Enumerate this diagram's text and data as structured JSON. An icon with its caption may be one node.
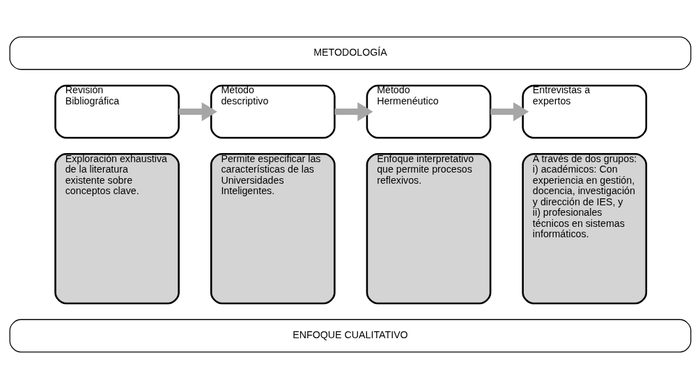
{
  "diagram": {
    "nodes": [
      {
        "text": [
          "METODOLOGÍA"
        ]
      },
      {
        "text": [
          "Revisión Bibliográfica"
        ]
      },
      {
        "text": [
          "Exploración exhaustiva de la literatura existente sobre conceptos clave."
        ]
      },
      {
        "text": [
          "Método descriptivo"
        ]
      },
      {
        "text": [
          "Permite especificar las características de las Universidades Inteligentes."
        ]
      },
      {
        "text": [
          "Método Hermenéutico"
        ]
      },
      {
        "text": [
          "Enfoque interpretativo que permite procesos reflexivos."
        ]
      },
      {
        "text": [
          "Entrevistas a expertos"
        ]
      },
      {
        "text": [
          "A través de dos grupos: i) académicos: Con experiencia en gestión, docencia, investigación y dirección de IES, y ii) profesionales técnicos en sistemas informáticos."
        ]
      },
      {
        "text": [
          "ENFOQUE CUALITATIVO"
        ]
      }
    ],
    "edges": [
      {
        "from": 1,
        "to": 3,
        "arrow": "to"
      },
      {
        "from": 3,
        "to": 5,
        "arrow": "to"
      },
      {
        "from": 5,
        "to": 7,
        "arrow": "to"
      }
    ]
  }
}
